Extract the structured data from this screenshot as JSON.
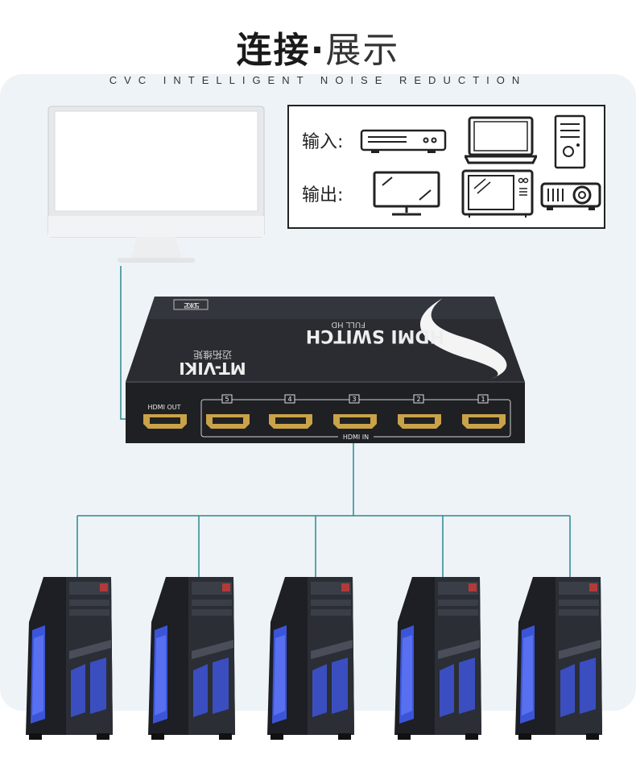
{
  "header": {
    "title_bold": "连接",
    "title_dot": "·",
    "title_light": "展示",
    "subtitle": "CVC INTELLIGENT NOISE REDUCTION"
  },
  "legend": {
    "input_label": "输入:",
    "output_label": "输出:",
    "input_icons": [
      "set-top-box-icon",
      "laptop-icon",
      "pc-tower-icon"
    ],
    "output_icons": [
      "monitor-icon",
      "tv-icon",
      "projector-icon"
    ]
  },
  "device": {
    "brand": "MT-VIKI",
    "brand_cn": "迈拓维矩",
    "model": "HDMI SWITCH",
    "sub": "FULL HD",
    "badge": "5X1",
    "out_label": "HDMI OUT",
    "in_label": "HDMI IN",
    "ports": [
      "5",
      "4",
      "3",
      "2",
      "1"
    ]
  },
  "colors": {
    "wire": "#2a8a8e",
    "device_body": "#222428",
    "panel_bg": "#eef3f8"
  },
  "pcs": [
    "pc-1",
    "pc-2",
    "pc-3",
    "pc-4",
    "pc-5"
  ]
}
